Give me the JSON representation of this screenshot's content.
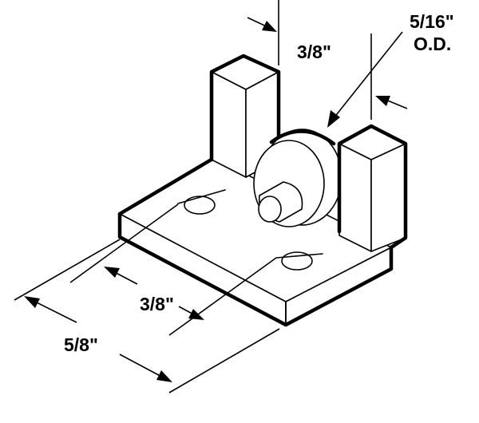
{
  "dimensions": {
    "post_spacing": "3/8\"",
    "roller_diameter_value": "5/16\"",
    "roller_diameter_note": "O.D.",
    "hole_spacing": "3/8\"",
    "plate_width": "5/8\""
  },
  "colors": {
    "line": "#000000",
    "background": "#ffffff"
  }
}
